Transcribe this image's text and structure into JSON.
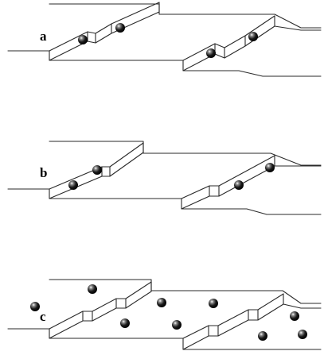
{
  "panels": [
    {
      "id": "a",
      "label": "a"
    },
    {
      "id": "b",
      "label": "b"
    },
    {
      "id": "c",
      "label": "c"
    }
  ],
  "colors": {
    "line": "#2a2a2a",
    "atom": "#111111",
    "background": "#ffffff"
  }
}
